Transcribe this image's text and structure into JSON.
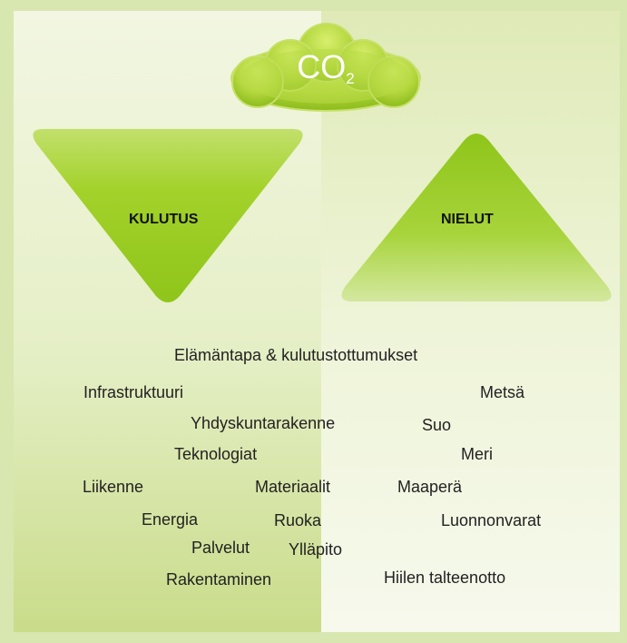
{
  "cloud": {
    "text": "CO",
    "subscript": "2"
  },
  "left": {
    "label": "KULUTUS",
    "terms": {
      "lifestyle": "Elämäntapa & kulutustottumukset",
      "infrastructure": "Infrastruktuuri",
      "community_structure": "Yhdyskuntarakenne",
      "technology": "Teknologiat",
      "traffic": "Liikenne",
      "materials": "Materiaalit",
      "energy": "Energia",
      "food": "Ruoka",
      "services": "Palvelut",
      "maintenance": "Ylläpito",
      "construction": "Rakentaminen"
    }
  },
  "right": {
    "label": "NIELUT",
    "terms": {
      "forest": "Metsä",
      "swamp": "Suo",
      "sea": "Meri",
      "soil": "Maaperä",
      "natural_resources": "Luonnonvarat",
      "carbon_capture": "Hiilen talteenotto"
    }
  },
  "colors": {
    "cloud_light": "#d4ec62",
    "cloud_dark": "#8fbf1e",
    "triangle_top": "#9bd11f",
    "triangle_bottom": "#b9dc5a",
    "frame": "#d8e6b0"
  }
}
